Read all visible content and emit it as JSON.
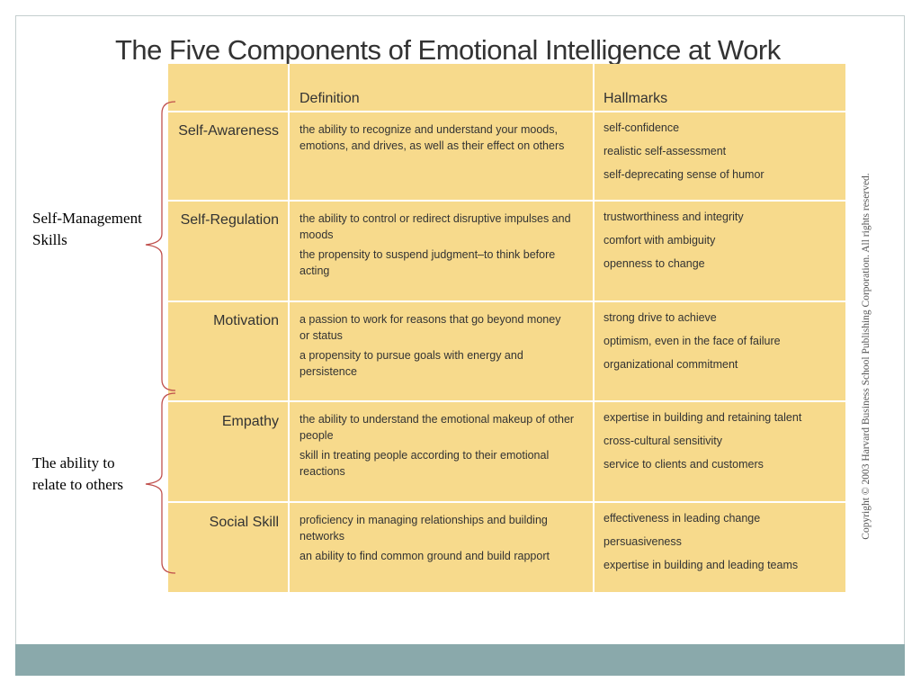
{
  "title": "The Five Components of Emotional Intelligence at Work",
  "columns": {
    "definition": "Definition",
    "hallmarks": "Hallmarks"
  },
  "rows": [
    {
      "label": "Self-Awareness",
      "definitions": [
        "the ability to recognize and understand your moods, emotions, and drives, as well as their effect on others"
      ],
      "hallmarks": [
        "self-confidence",
        "realistic self-assessment",
        "self-deprecating sense of humor"
      ]
    },
    {
      "label": "Self-Regulation",
      "definitions": [
        "the ability to control or redirect disruptive impulses and moods",
        "the propensity to suspend judgment–to think before acting"
      ],
      "hallmarks": [
        "trustworthiness and integrity",
        "comfort with ambiguity",
        "openness to change"
      ]
    },
    {
      "label": "Motivation",
      "definitions": [
        "a passion to work for reasons that go beyond money or status",
        "a propensity to pursue goals with energy and persistence"
      ],
      "hallmarks": [
        "strong drive to achieve",
        "optimism, even in the face of failure",
        "organizational commitment"
      ]
    },
    {
      "label": "Empathy",
      "definitions": [
        "the ability to understand the emotional makeup of other people",
        "skill in treating people according to their emotional reactions"
      ],
      "hallmarks": [
        "expertise in building and retaining talent",
        "cross-cultural sensitivity",
        "service to clients and customers"
      ]
    },
    {
      "label": "Social Skill",
      "definitions": [
        "proficiency in managing relationships and building networks",
        "an ability to find common ground and build rapport"
      ],
      "hallmarks": [
        "effectiveness in leading change",
        "persuasiveness",
        "expertise in building and leading teams"
      ]
    }
  ],
  "groups": [
    {
      "label": "Self-Management Skills"
    },
    {
      "label": "The ability to relate to others"
    }
  ],
  "copyright": "Copyright © 2003 Harvard Business School Publishing Corporation. All rights reserved.",
  "colors": {
    "table": "#f7da8c",
    "footer": "#8aa9ab",
    "brace": "#c0504d"
  }
}
